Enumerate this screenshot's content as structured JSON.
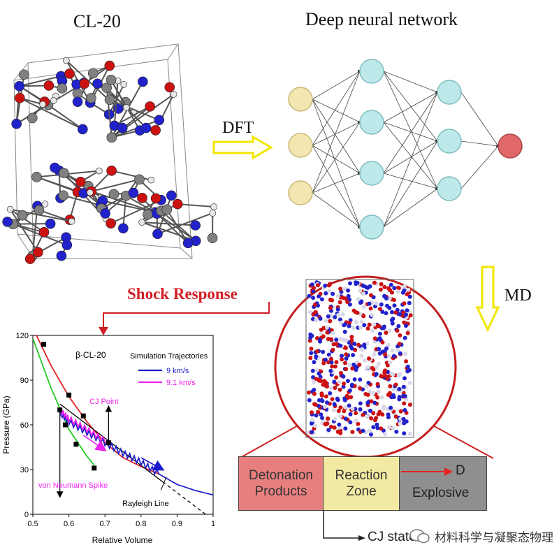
{
  "labels": {
    "cl20": "CL-20",
    "dnn": "Deep neural network",
    "dft": "DFT",
    "md": "MD",
    "shock": "Shock Response",
    "watermark": "材料科学与凝聚态物理",
    "cj_state": "CJ state"
  },
  "zones": {
    "products": "Detonation\nProducts",
    "reaction": "Reaction\nZone",
    "explosive_d": "D",
    "explosive": "Explosive"
  },
  "colors": {
    "input_node": "#f3e6b0",
    "hidden_node": "#bde9ea",
    "output_node": "#e06868",
    "arrow_yellow": "#fff700",
    "shock_red": "#d21e26",
    "products_zone": "#e87f7f",
    "reaction_zone": "#f2eaa2",
    "explosive_zone": "#8f8f8f",
    "carbon": "#808080",
    "nitrogen": "#2222cc",
    "oxygen": "#cc1111",
    "hydrogen": "#e6e6e6"
  },
  "chart_data": {
    "type": "line",
    "title": "β-CL-20",
    "xlabel": "Relative Volume",
    "ylabel": "Pressure (GPa)",
    "xlim": [
      0.5,
      1.0
    ],
    "ylim": [
      0,
      120
    ],
    "xticks": [
      "0.5",
      "0.6",
      "0.7",
      "0.8",
      "0.9",
      "1"
    ],
    "yticks": [
      "0",
      "30",
      "60",
      "90",
      "120"
    ],
    "legend_title": "Simulation Trajectories",
    "legend_position": "top-right",
    "series": [
      {
        "name": "9 km/s",
        "color": "#1a1acc",
        "x": [
          0.575,
          0.6,
          0.65,
          0.7,
          0.75,
          0.8,
          0.85,
          0.9,
          0.95,
          1.0
        ],
        "y": [
          68,
          62,
          55,
          48,
          41,
          35,
          27,
          20,
          16,
          13
        ]
      },
      {
        "name": "9.1 km/s",
        "color": "#ee22ee",
        "x": [
          0.575,
          0.6,
          0.65,
          0.7
        ],
        "y": [
          70,
          64,
          57,
          49
        ]
      }
    ],
    "curves": [
      {
        "label": "",
        "color": "#e52222",
        "x": [
          0.5,
          0.55,
          0.6,
          0.65,
          0.7,
          0.75,
          0.8,
          0.85
        ],
        "y": [
          125,
          100,
          79,
          62,
          48,
          38,
          32,
          27
        ]
      },
      {
        "label": "",
        "color": "#22cc22",
        "x": [
          0.5,
          0.55,
          0.6,
          0.65,
          0.67
        ],
        "y": [
          118,
          85,
          57,
          39,
          33
        ]
      }
    ],
    "markers": {
      "x": [
        0.53,
        0.575,
        0.59,
        0.6,
        0.64,
        0.62,
        0.67,
        0.71
      ],
      "y": [
        114,
        70,
        60,
        80,
        66,
        47,
        31,
        48
      ]
    },
    "rayleigh_line": {
      "x": [
        0.575,
        0.99
      ],
      "y": [
        74,
        -2
      ]
    },
    "annotations": [
      "CJ Point",
      "von Neumann Spike",
      "Rayleigh Line"
    ]
  }
}
